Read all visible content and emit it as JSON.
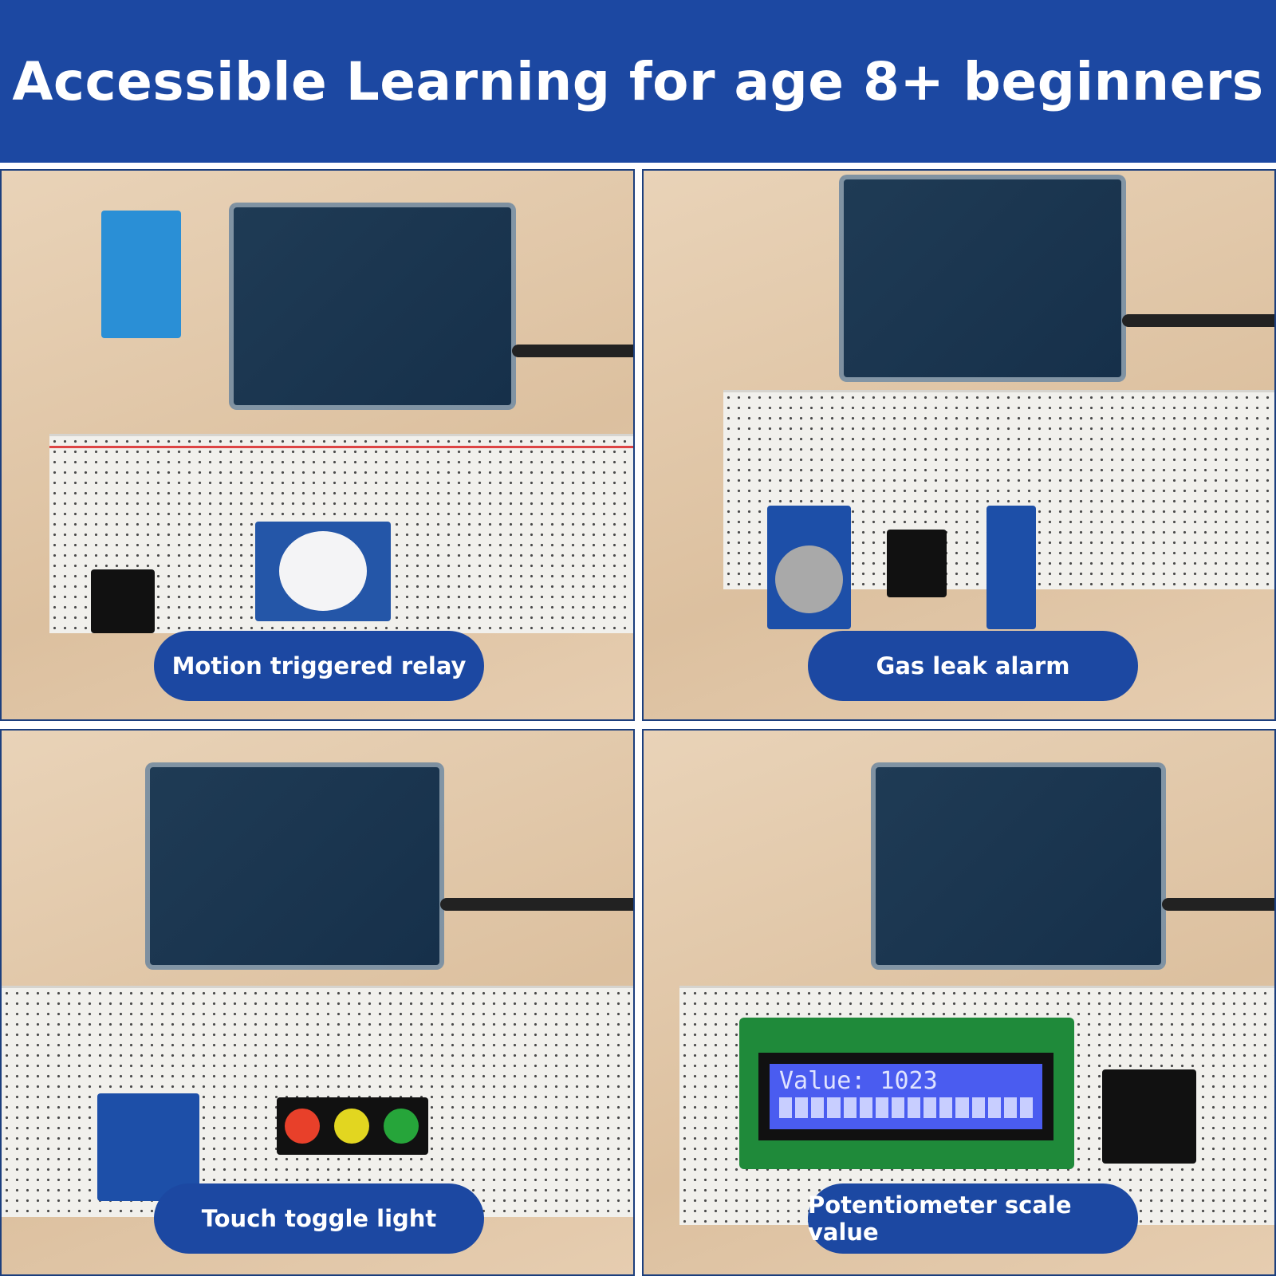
{
  "header": {
    "title": "Accessible Learning for age 8+ beginners"
  },
  "panels": [
    {
      "label": "Motion triggered relay"
    },
    {
      "label": "Gas leak alarm"
    },
    {
      "label": "Touch toggle light"
    },
    {
      "label": "Potentiometer scale value",
      "lcd_text": "Value: 1023"
    }
  ],
  "colors": {
    "brand_blue": "#1c48a2"
  }
}
